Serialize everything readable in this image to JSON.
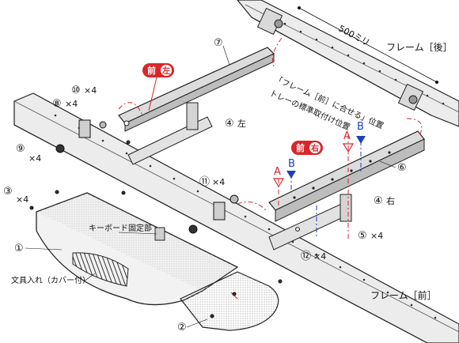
{
  "frame_rear": {
    "label": "フレーム［後］",
    "dimension": "500ミリ"
  },
  "frame_front": {
    "label": "フレーム［前］"
  },
  "notes": {
    "align_frame_front": "「フレーム［前］に合せる」位置",
    "tray_standard": "トレーの標準取付け位置"
  },
  "markers": {
    "front_left": {
      "front": "前",
      "side": "左"
    },
    "front_right": {
      "front": "前",
      "side": "右"
    },
    "a": "A",
    "b": "B"
  },
  "parts": {
    "p1": {
      "num": "①",
      "label": ""
    },
    "p2": {
      "num": "②"
    },
    "p3": {
      "num": "③",
      "qty": "×4"
    },
    "p4_left": {
      "num": "④",
      "side": "左"
    },
    "p4_right": {
      "num": "④",
      "side": "右"
    },
    "p5": {
      "num": "⑤",
      "qty": "×4"
    },
    "p6": {
      "num": "⑥"
    },
    "p7": {
      "num": "⑦"
    },
    "p8": {
      "num": "⑧",
      "qty": "×4"
    },
    "p9": {
      "num": "⑨",
      "qty": "×4"
    },
    "p10": {
      "num": "⑩",
      "qty": "×4"
    },
    "p11": {
      "num": "⑪",
      "qty": "×4"
    },
    "p12": {
      "num": "⑫",
      "qty": "×4"
    }
  },
  "annotations": {
    "keyboard_fixing": "キーボード固定部",
    "stationery_tray": "文具入れ（カバー付）"
  },
  "colors": {
    "red": "#d8262b",
    "blue": "#1f3fbf",
    "ink": "#111111"
  }
}
